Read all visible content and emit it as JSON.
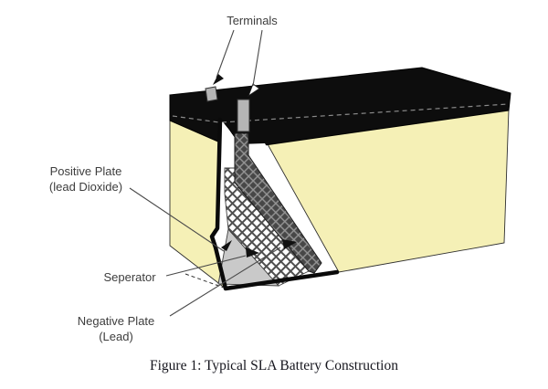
{
  "figure": {
    "labels": {
      "terminals": "Terminals",
      "positive_plate_line1": "Positive Plate",
      "positive_plate_line2": "(lead Dioxide)",
      "separator": "Seperator",
      "negative_plate_line1": "Negative Plate",
      "negative_plate_line2": "(Lead)"
    },
    "caption": "Figure 1: Typical SLA Battery Construction",
    "colors": {
      "case": "#f5f0b6",
      "lid": "#0d0d0d",
      "cut_interior": "#ffffff",
      "negative_plate_gray": "#c9c9c9",
      "positive_plate_dark": "#474747",
      "separator_mesh_line": "#4f4f4f",
      "terminal_gray": "#b5b5b5",
      "leader_line": "#4a4a4a",
      "label_text": "#3d3d3d",
      "caption_text": "#15151d"
    }
  }
}
